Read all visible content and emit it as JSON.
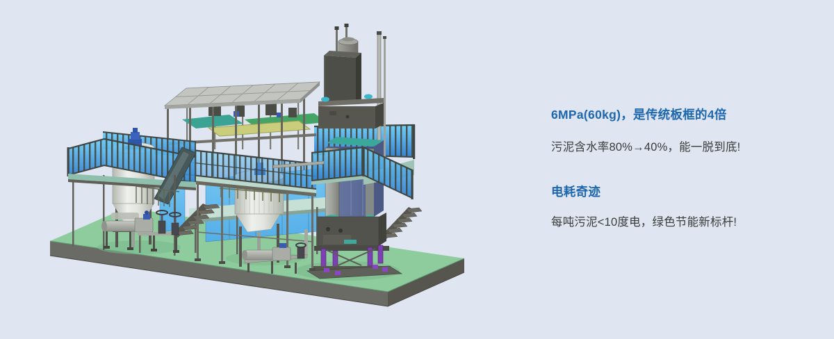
{
  "page": {
    "background_color": "#dfe5f1"
  },
  "illustration": {
    "label": "sludge-dewatering-plant-3d-render",
    "colors": {
      "base_green": "#8ecb9d",
      "base_side_gray": "#6b6b66",
      "railing_cyan": "#55bdee",
      "panel_sky_blue": "#67c2f0",
      "press_navy": "#66749f",
      "accent_teal": "#3fb0a4",
      "accent_purple": "#7d3fb3",
      "structure_gray": "#c3c5c1",
      "tank_white": "#eef0ec",
      "motor_blue": "#3a63c0"
    }
  },
  "specs": [
    {
      "title": "6MPa(60kg)，是传统板框的4倍",
      "desc": "污泥含水率80%→40%，能一脱到底!"
    },
    {
      "title": "电耗奇迹",
      "desc": "每吨污泥<10度电，绿色节能新标杆!"
    }
  ],
  "text_styles": {
    "heading_color": "#1d67ae",
    "body_color": "#3b3b3b"
  }
}
